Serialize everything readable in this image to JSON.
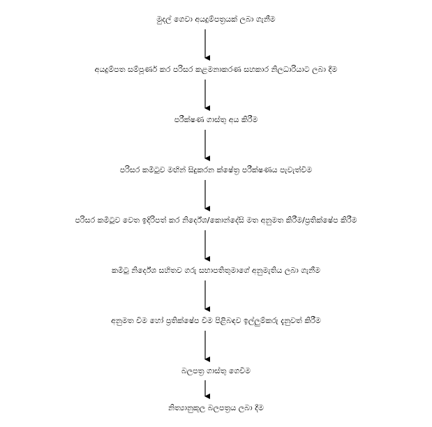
{
  "flow": {
    "steps": [
      "මුදල් ගෙවා අයදුම්පත්‍රයක් ලබා ගැනීම",
      "අයදුම්පත සම්පූර්ණ කර පරිසර කළමනාකරණ සහකාර නිලධාරියාට ලබා දීම",
      "පරීක්ෂණ ගාස්තු අය කිරීම",
      "පරිසර කමිටුව මඟින් සිදුකරන ක්ෂේත්‍ර පරීක්ෂණය පැවැත්වීම",
      "පරිසර කමිටුව වෙත ඉදිරිපත් කර නිර්දේශ/කොන්දේසි මත අනුමත කිරීම/ප්‍රතික්ෂේප කිරීම",
      "කමිටු නිර්දේශ සහිතව ගරු සභාපතිතුමාගේ අනුමැතිය ලබා ගැනීම",
      "අනුමත වීම හෝ ප්‍රතික්ෂේප වීම පිළිබඳව ඉල්ලුම්කරු දැනුවත් කිරීම",
      "බලපත්‍ර ගාස්තු ගෙවීම",
      "නිත්‍යානුකූල බලපත්‍රය ලබා දීම"
    ]
  },
  "colors": {
    "text": "#000000",
    "arrow": "#000000",
    "background": "#ffffff"
  }
}
